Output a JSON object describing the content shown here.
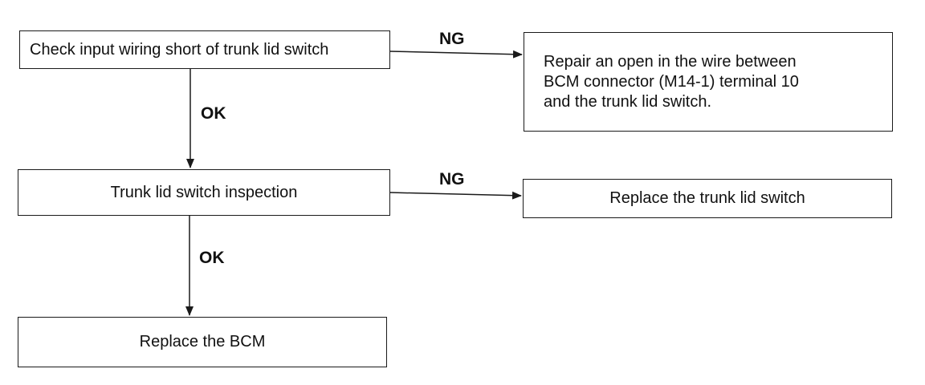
{
  "steps": {
    "step1": "Check input wiring short of trunk lid  switch",
    "step1_ng_result": "Repair an open in the wire between\nBCM connector (M14-1) terminal 10\nand the trunk lid switch.",
    "step2": "Trunk lid switch inspection",
    "step2_ng_result": "Replace the trunk lid switch",
    "step3": "Replace the BCM"
  },
  "labels": {
    "ng1": "NG",
    "ok1": "OK",
    "ng2": "NG",
    "ok2": "OK"
  },
  "colors": {
    "line": "#1a1a1a"
  }
}
